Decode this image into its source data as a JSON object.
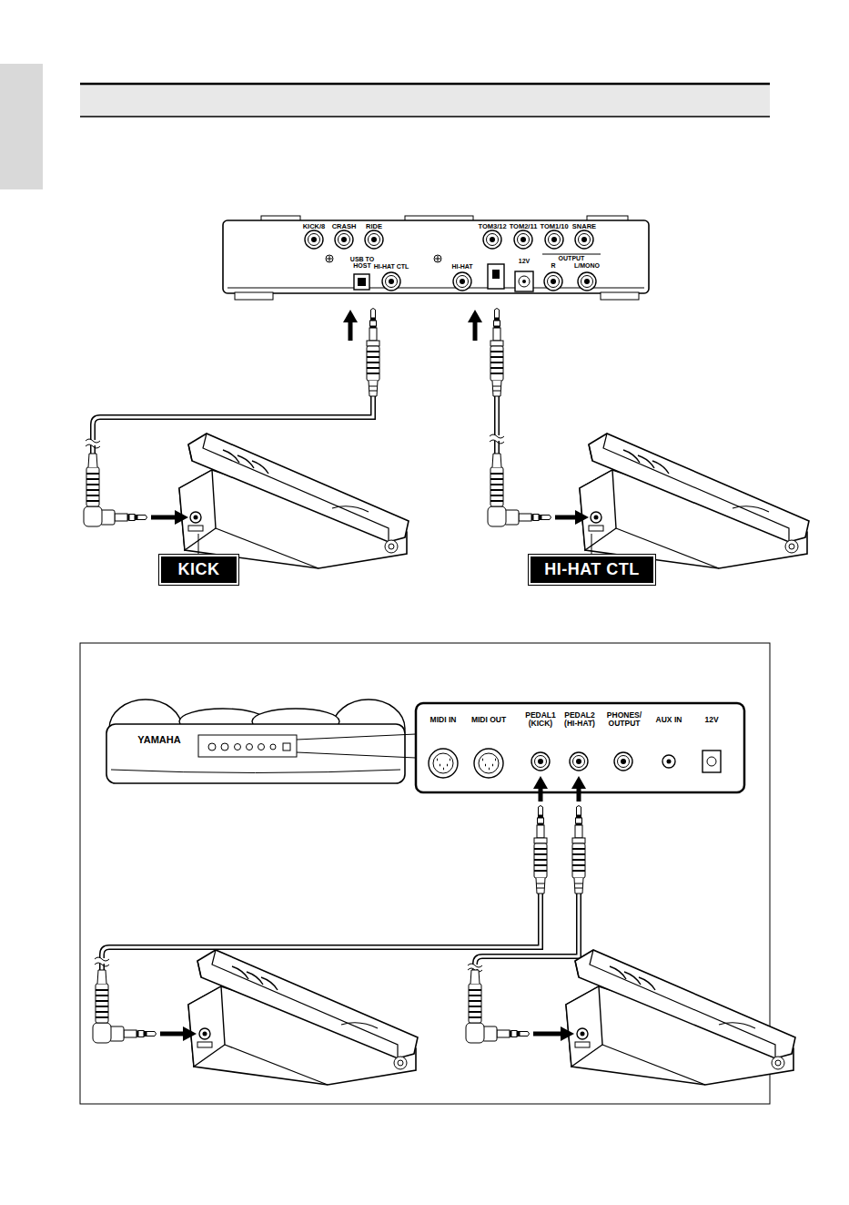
{
  "diagram": {
    "nodes": [
      {
        "text": [
          "KICK"
        ]
      },
      {
        "text": [
          "HI-HAT CTL"
        ]
      }
    ],
    "labels": [
      "KICK/8",
      "CRASH",
      "RIDE",
      "TOM3/12",
      "TOM2/11",
      "TOM1/10",
      "SNARE",
      "USB TO HOST",
      "HI-HAT CTL",
      "HI-HAT",
      "12V",
      "OUTPUT",
      "R",
      "L/MONO",
      "YAMAHA",
      "MIDI IN",
      "MIDI OUT",
      "PEDAL1 (KICK)",
      "PEDAL2 (HI-HAT)",
      "PHONES/ OUTPUT",
      "AUX IN",
      "12V"
    ]
  }
}
